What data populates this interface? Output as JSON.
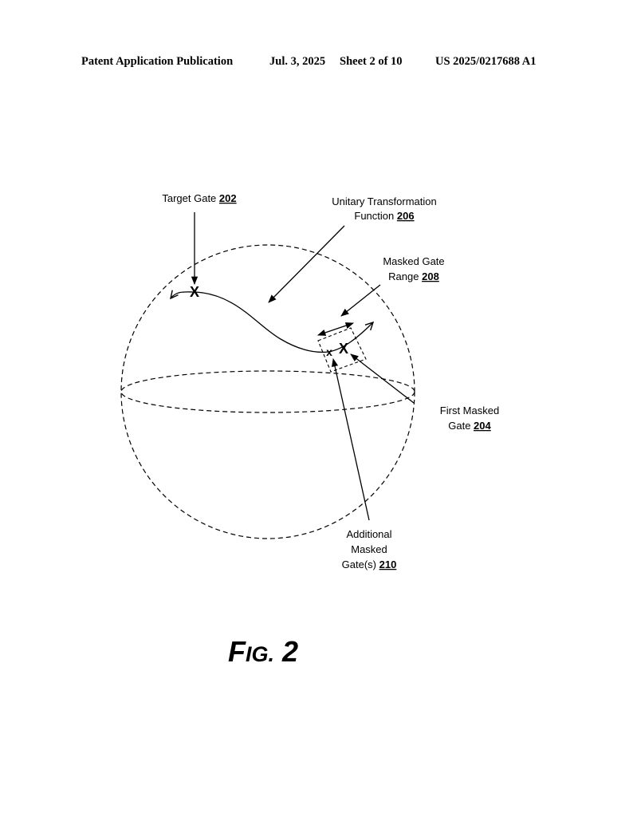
{
  "header": {
    "publication": "Patent Application Publication",
    "date": "Jul. 3, 2025",
    "sheet": "Sheet 2 of 10",
    "number": "US 2025/0217688 A1"
  },
  "labels": {
    "target_gate": {
      "text": "Target Gate",
      "ref": "202"
    },
    "unitary_line1": "Unitary Transformation",
    "unitary_line2": {
      "text": "Function",
      "ref": "206"
    },
    "masked_range_line1": "Masked Gate",
    "masked_range_line2": {
      "text": "Range",
      "ref": "208"
    },
    "first_masked_line1": "First Masked",
    "first_masked_line2": {
      "text": "Gate",
      "ref": "204"
    },
    "additional_line1": "Additional",
    "additional_line2": "Masked",
    "additional_line3": {
      "text": "Gate(s)",
      "ref": "210"
    }
  },
  "markers": {
    "gate_mark": "X",
    "additional_mark": "x"
  },
  "caption": {
    "fig_f": "F",
    "fig_ig": "IG.",
    "fig_num": "2"
  }
}
